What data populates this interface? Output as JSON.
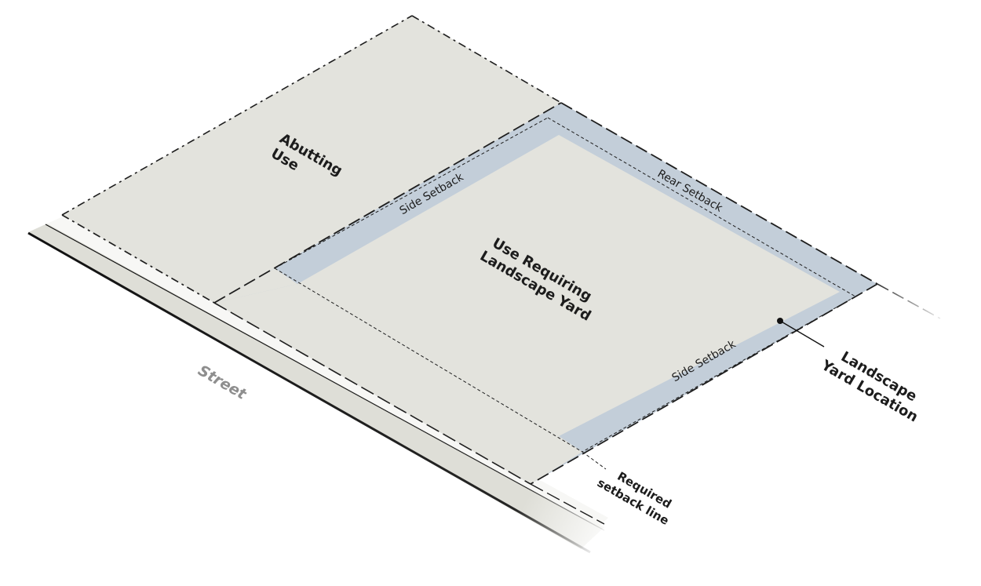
{
  "diagram": {
    "labels": {
      "abutting_use": [
        "Abutting",
        "Use"
      ],
      "use_requiring": [
        "Use Requiring",
        "Landscape Yard"
      ],
      "side_setback_left": "Side Setback",
      "rear_setback": "Rear Setback",
      "side_setback_right": "Side Setback",
      "landscape_yard_location": [
        "Landscape",
        "Yard Location"
      ],
      "required_setback_line": [
        "Required",
        "setback line"
      ],
      "street": "Street"
    },
    "colors": {
      "lot_fill": "#e3e3dd",
      "setback_fill": "#c3ced9",
      "curb_fill": "#deded7",
      "line": "#1e1e1e",
      "street_label": "#8e8e8e"
    }
  }
}
